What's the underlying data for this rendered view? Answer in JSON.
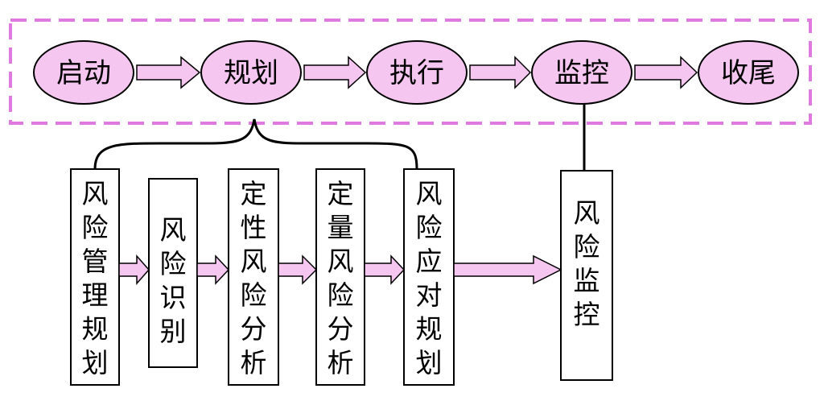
{
  "phases": [
    {
      "id": "start",
      "label": "启动"
    },
    {
      "id": "plan",
      "label": "规划"
    },
    {
      "id": "execute",
      "label": "执行"
    },
    {
      "id": "monitor",
      "label": "监控"
    },
    {
      "id": "close",
      "label": "收尾"
    }
  ],
  "risk_steps": [
    {
      "id": "risk-management-planning",
      "label": "风险管理规划"
    },
    {
      "id": "risk-identification",
      "label": "风险识别"
    },
    {
      "id": "qualitative-risk-analysis",
      "label": "定性风险分析"
    },
    {
      "id": "quantitative-risk-analysis",
      "label": "定量风险分析"
    },
    {
      "id": "risk-response-planning",
      "label": "风险应对规划"
    }
  ],
  "monitor_step": {
    "id": "risk-monitoring",
    "label": "风险监控"
  },
  "colors": {
    "phase_fill": "#f4c6f0",
    "arrow_fill": "#f4c6f0",
    "boundary": "#e07ae0",
    "stroke": "#000000"
  }
}
